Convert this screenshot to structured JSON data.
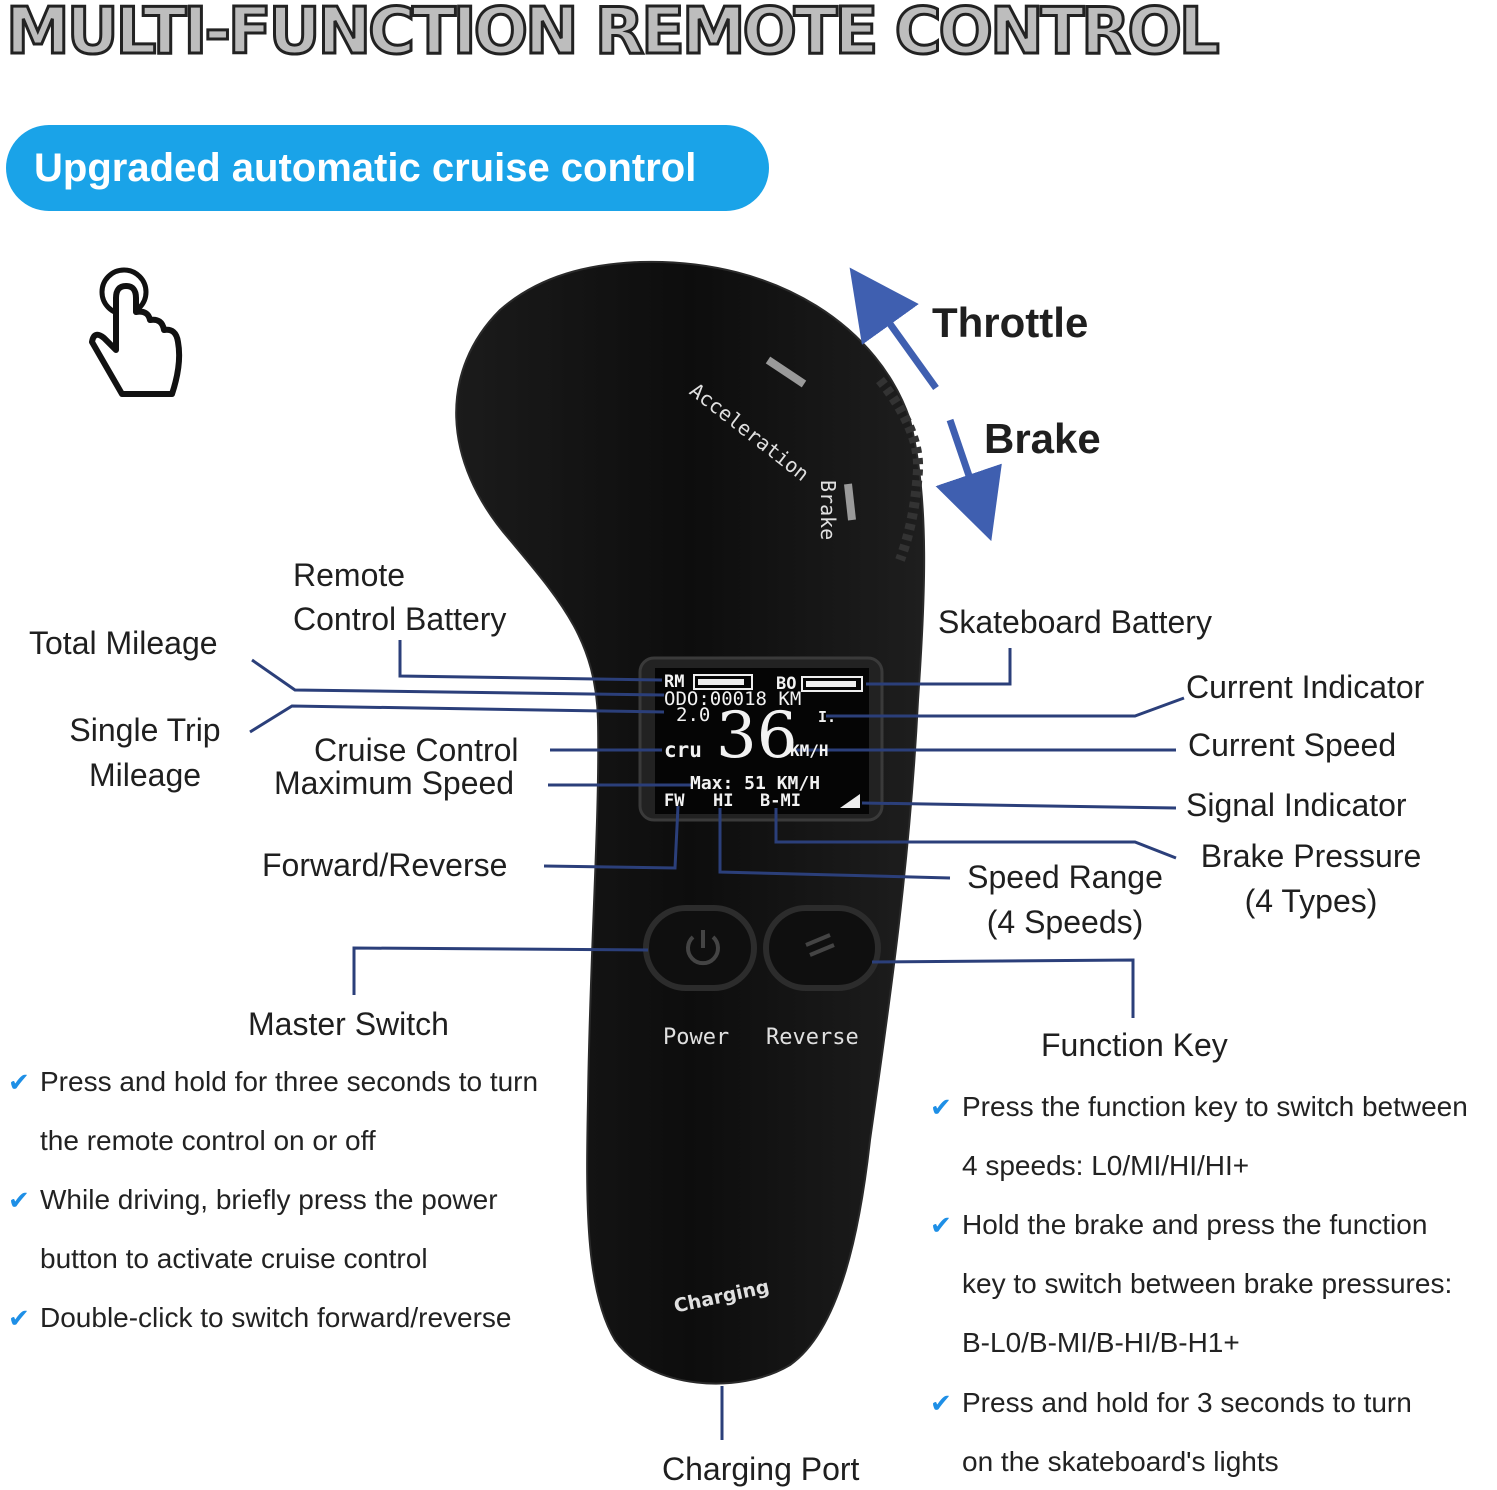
{
  "title": "MULTI-FUNCTION REMOTE CONTROL",
  "banner": "Upgraded automatic cruise control",
  "remote_body": {
    "acceleration": "Acceleration",
    "brake": "Brake",
    "power": "Power",
    "reverse": "Reverse",
    "charging": "Charging"
  },
  "screen": {
    "rm": "RM",
    "bo": "BO",
    "odo": "ODO:00018 KM",
    "trip": "2.0",
    "speed": "36",
    "speed_unit": "KM/H",
    "cru": "cru",
    "current": "I.",
    "max": "Max: 51  KM/H",
    "fw": "FW",
    "hi": "HI",
    "bmi": "B-MI"
  },
  "labels": {
    "throttle": "Throttle",
    "brake": "Brake",
    "remote_battery_1": "Remote",
    "remote_battery_2": "Control Battery",
    "total_mileage": "Total Mileage",
    "single_trip_1": "Single Trip",
    "single_trip_2": "Mileage",
    "cruise_control": "Cruise Control",
    "maximum_speed": "Maximum Speed",
    "forward_reverse": "Forward/Reverse",
    "master_switch": "Master Switch",
    "skateboard_battery": "Skateboard Battery",
    "current_indicator": "Current Indicator",
    "current_speed": "Current Speed",
    "signal_indicator": "Signal Indicator",
    "brake_pressure_1": "Brake Pressure",
    "brake_pressure_2": "(4 Types)",
    "speed_range_1": "Speed Range",
    "speed_range_2": "(4 Speeds)",
    "function_key": "Function Key",
    "charging_port": "Charging Port"
  },
  "master_switch_notes": [
    "Press and hold for three seconds to turn",
    "the remote control on or off",
    "While driving, briefly press the power",
    "button to activate cruise control",
    "Double-click to switch forward/reverse"
  ],
  "function_key_notes": [
    "Press the function key to switch between",
    "4 speeds: L0/MI/HI/HI+",
    "Hold the brake and press the function",
    "key to switch between brake pressures:",
    "B-L0/B-MI/B-HI/B-H1+",
    "Press and hold for 3 seconds to turn",
    "on the skateboard's lights"
  ],
  "colors": {
    "banner": "#1aa3e8",
    "arrow": "#3f5fb0",
    "leader": "#2b3f7a",
    "check": "#1e8fe6"
  },
  "icons": [
    "touch-hand-icon",
    "power-icon",
    "reverse-icon",
    "check-icon"
  ]
}
